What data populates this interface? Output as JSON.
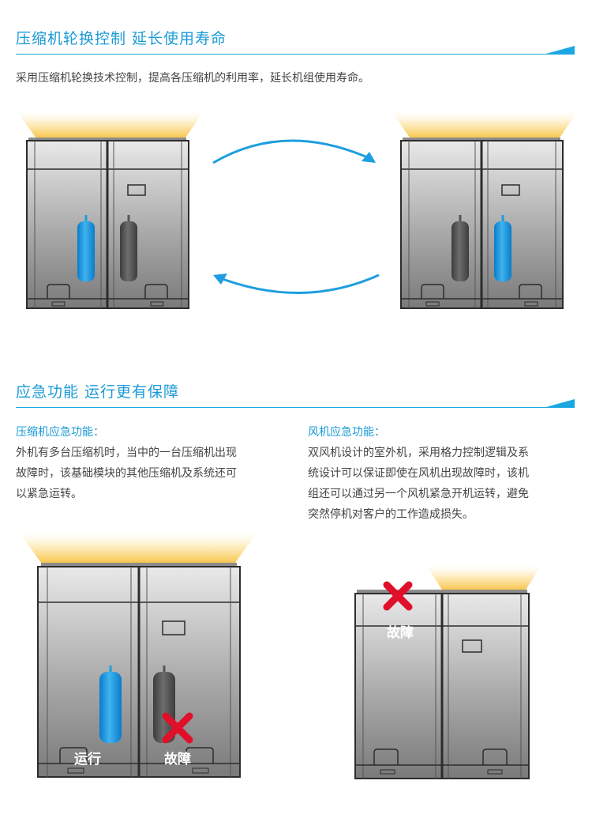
{
  "section1": {
    "title": "压缩机轮换控制  延长使用寿命",
    "desc": "采用压缩机轮换技术控制，提高各压缩机的利用率，延长机组使用寿命。"
  },
  "section2": {
    "title": "应急功能  运行更有保障",
    "compressor": {
      "heading": "压缩机应急功能：",
      "lines": [
        "外机有多台压缩机时，当中的一台压缩机出现",
        "故障时，该基础模块的其他压缩机及系统还可",
        "以紧急运转。"
      ]
    },
    "fan": {
      "heading": "风机应急功能：",
      "lines": [
        "双风机设计的室外机，采用格力控制逻辑及系",
        "统设计可以保证即使在风机出现故障时，该机",
        "组还可以通过另一个风机紧急开机运转，避免",
        "突然停机对客户的工作造成损失。"
      ]
    },
    "label_running": "运行",
    "label_fault": "故障",
    "label_fault_fan": "故障"
  },
  "colors": {
    "accent": "#1aa7e2",
    "compressor_active": "#1e9ee0",
    "compressor_idle": "#555555",
    "fault_x": "#e0102a",
    "glow": "#fbd97a"
  }
}
